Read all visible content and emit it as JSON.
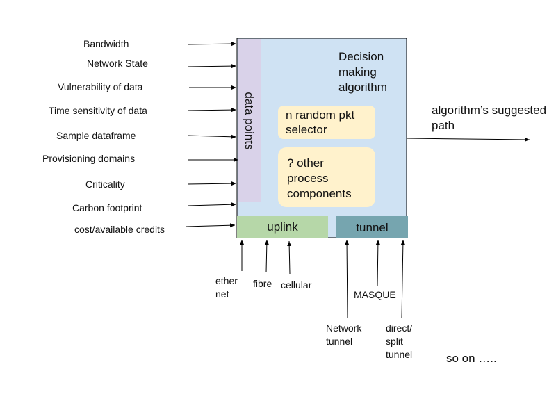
{
  "inputs": [
    "Bandwidth",
    "Network State",
    "Vulnerability of data",
    "Time sensitivity of data",
    "Sample dataframe",
    "Provisioning domains",
    "Criticality",
    "Carbon footprint",
    "cost/available credits"
  ],
  "main_box": {
    "title": "Decision\nmaking\nalgorithm",
    "data_points_label": "data points",
    "components": [
      "n random pkt\nselector",
      "? other\nprocess\ncomponents"
    ]
  },
  "output_label": "algorithm’s suggested\npath",
  "uplink": {
    "label": "uplink",
    "options": [
      "ether\nnet",
      "fibre",
      "cellular"
    ]
  },
  "tunnel": {
    "label": "tunnel",
    "options": [
      "Network\ntunnel",
      "MASQUE",
      "direct/\nsplit\ntunnel"
    ]
  },
  "footer_note": "so on …..",
  "colors": {
    "main_box": "#cfe2f3",
    "data_points": "#d9d2e9",
    "component": "#fff2cc",
    "uplink": "#b6d7a8",
    "tunnel": "#76a5af"
  }
}
